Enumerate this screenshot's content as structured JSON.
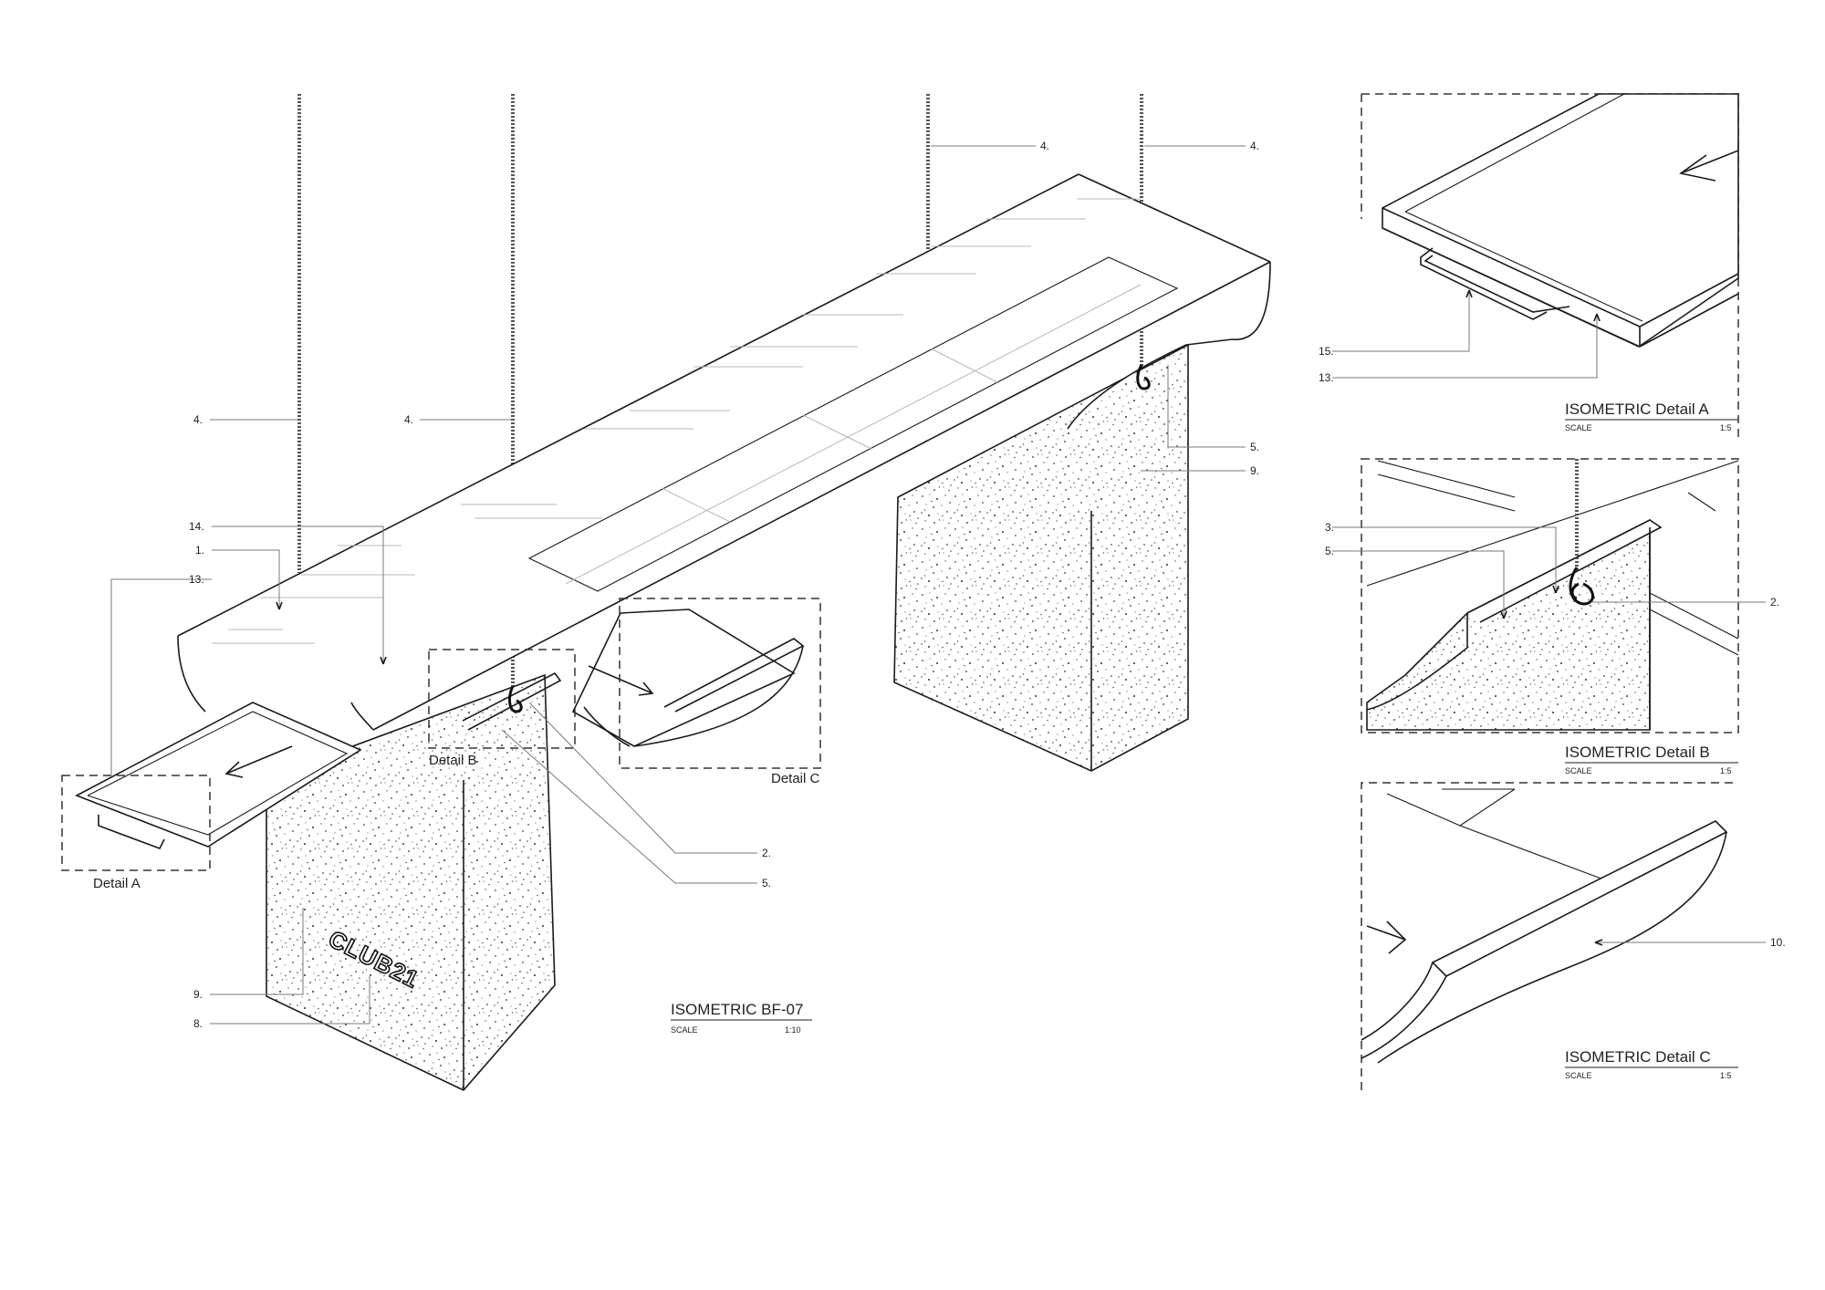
{
  "main_view": {
    "title": "ISOMETRIC BF-07",
    "scale_label": "SCALE",
    "scale_value": "1:10",
    "engraving": "CLUB21",
    "detail_tags": {
      "a": "Detail A",
      "b": "Detail B",
      "c": "Detail C"
    },
    "callouts": {
      "chain_left": "4.",
      "chain_mid": "4.",
      "chain_right_a": "4.",
      "chain_right_b": "4.",
      "top_14": "14.",
      "top_1": "1.",
      "top_13": "13.",
      "right_5": "5.",
      "right_9": "9.",
      "low_2": "2.",
      "low_5": "5.",
      "base_9": "9.",
      "base_8": "8."
    }
  },
  "detail_a": {
    "title": "ISOMETRIC Detail A",
    "scale_label": "SCALE",
    "scale_value": "1:5",
    "callouts": {
      "c15": "15.",
      "c13": "13."
    }
  },
  "detail_b": {
    "title": "ISOMETRIC Detail B",
    "scale_label": "SCALE",
    "scale_value": "1:5",
    "callouts": {
      "c3": "3.",
      "c5": "5.",
      "c2": "2."
    }
  },
  "detail_c": {
    "title": "ISOMETRIC Detail C",
    "scale_label": "SCALE",
    "scale_value": "1:5",
    "callouts": {
      "c10": "10."
    }
  },
  "colors": {
    "ink": "#1a1a1a",
    "leader": "#7a7a7a",
    "paper": "#ffffff"
  }
}
